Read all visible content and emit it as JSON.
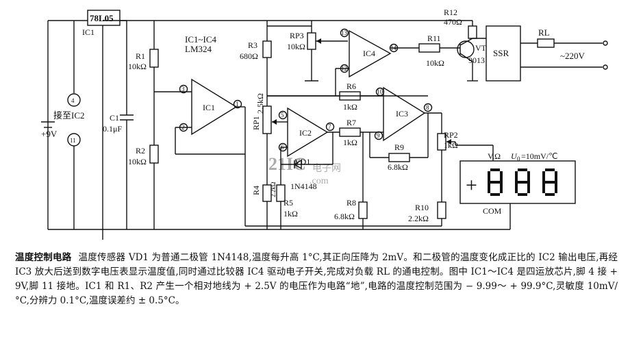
{
  "labels": {
    "reg": "78L05",
    "reg_ref": "IC1",
    "pin4": "4",
    "pin11": "11",
    "to_ic2": "接至IC2",
    "plus9v": "+9V",
    "c1_name": "C1",
    "c1_val": "0.1μF",
    "r1_name": "R1",
    "r1_val": "10kΩ",
    "r2_name": "R2",
    "r2_val": "10kΩ",
    "ic_range": "IC1~IC4",
    "ic_type": "LM324",
    "r3_name": "R3",
    "r3_val": "680Ω",
    "rp3_name": "RP3",
    "rp3_val": "10kΩ",
    "rp1_name": "RP1",
    "rp1_val": "2.5kΩ",
    "r4_name": "R4",
    "r4_val": "2.2kΩ",
    "r5_name": "R5",
    "r5_val": "1kΩ",
    "ic1": "IC1",
    "ic2": "IC2",
    "ic3": "IC3",
    "ic4": "IC4",
    "vd1_name": "VD1",
    "vd1_val": "1N4148",
    "r6_name": "R6",
    "r6_val": "1kΩ",
    "r7_name": "R7",
    "r7_val": "1kΩ",
    "r8_name": "R8",
    "r8_val": "6.8kΩ",
    "r9_name": "R9",
    "r9_val": "6.8kΩ",
    "r10_name": "R10",
    "r10_val": "2.2kΩ",
    "rp2_name": "RP2",
    "rp2_val": "1kΩ",
    "r11_name": "R11",
    "r11_val": "10kΩ",
    "r12_name": "R12",
    "r12_val": "470Ω",
    "vt_name": "VT",
    "vt_val": "9013",
    "ssr": "SSR",
    "rl": "RL",
    "mains": "~220V",
    "meter_vo": "V.Ω",
    "meter_u0": "U",
    "meter_u0_sub": "0",
    "meter_u0_val": "=10mV/℃",
    "meter_sign": "+",
    "meter_com": "COM",
    "p1": "1",
    "p2": "2",
    "p3": "3",
    "p5": "5",
    "p6": "6",
    "p7": "7",
    "p8": "8",
    "p9": "9",
    "p10": "10",
    "p12": "12",
    "p13": "13",
    "p14": "14",
    "watermark_num": "21IC",
    "watermark_cn": "电子网",
    "watermark_dom": ".com"
  },
  "caption": {
    "title": "温度控制电路",
    "body": "温度传感器 VD1 为普通二极管 1N4148,温度每升高 1°C,其正向压降为 2mV。和二极管的温度变化成正比的 IC2 输出电压,再经 IC3 放大后送到数字电压表显示温度值,同时通过比较器 IC4 驱动电子开关,完成对负载 RL 的通电控制。图中 IC1～IC4 是四运放芯片,脚 4 接 + 9V,脚 11 接地。IC1 和 R1、R2 产生一个相对地线为 + 2.5V 的电压作为电路“地”,电路的温度控制范围为 − 9.99～ + 99.9°C,灵敏度 10mV/°C,分辨力 0.1°C,温度误差约 ± 0.5°C。"
  }
}
